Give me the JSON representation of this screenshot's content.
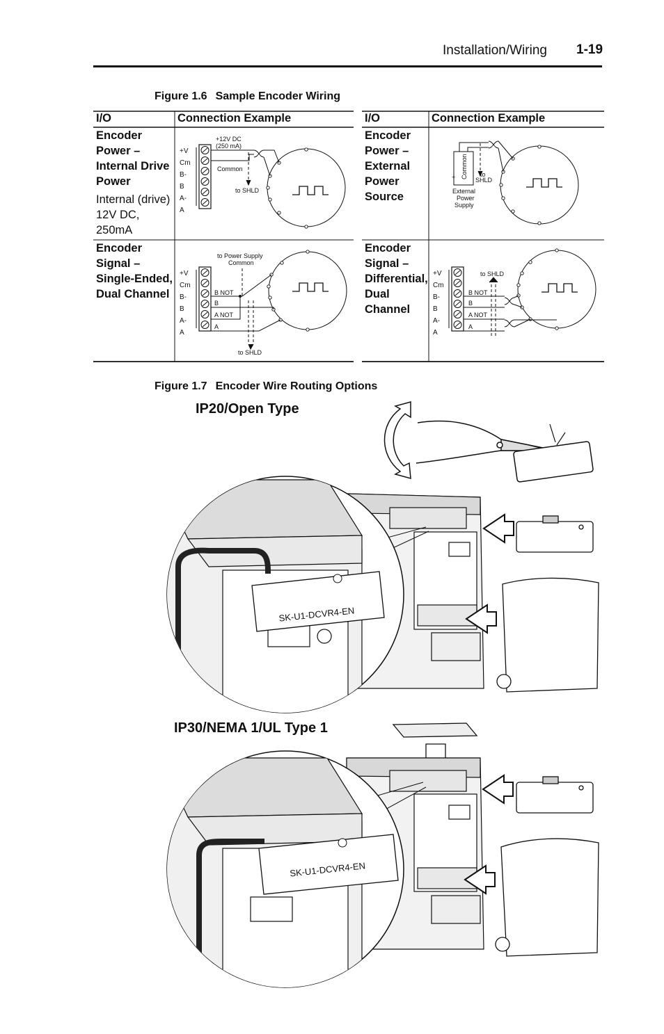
{
  "header": {
    "section": "Installation/Wiring",
    "page": "1-19"
  },
  "figure_1_6": {
    "number": "Figure 1.6",
    "title": "Sample Encoder Wiring",
    "col_io": "I/O",
    "col_example": "Connection Example",
    "terminals": [
      "+V",
      "Cm",
      "B-",
      "B",
      "A-",
      "A"
    ],
    "cells": [
      {
        "io": "Encoder Power – Internal Drive Power",
        "note": "Internal (drive) 12V DC, 250mA",
        "labels": {
          "supply": "+12V DC",
          "supply2": "(250 mA)",
          "common": "Common",
          "shld": "to SHLD"
        }
      },
      {
        "io": "Encoder Power – External Power Source",
        "labels": {
          "common": "Common",
          "to": "to",
          "shld": "SHLD",
          "plus": "+",
          "ext1": "External",
          "ext2": "Power",
          "ext3": "Supply"
        }
      },
      {
        "io": "Encoder Signal – Single-Ended, Dual Channel",
        "labels": {
          "ps1": "to Power Supply",
          "ps2": "Common",
          "bnot": "B NOT",
          "b": "B",
          "anot": "A NOT",
          "a": "A",
          "shld": "to SHLD"
        }
      },
      {
        "io": "Encoder Signal – Differential, Dual Channel",
        "labels": {
          "shld": "to SHLD",
          "bnot": "B NOT",
          "b": "B",
          "anot": "A NOT",
          "a": "A"
        }
      }
    ]
  },
  "figure_1_7": {
    "number": "Figure 1.7",
    "title": "Encoder Wire Routing Options",
    "ip20_title": "IP20/Open Type",
    "ip30_title": "IP30/NEMA 1/UL Type 1",
    "label_text": "SK-U1-DCVR4-EN"
  }
}
